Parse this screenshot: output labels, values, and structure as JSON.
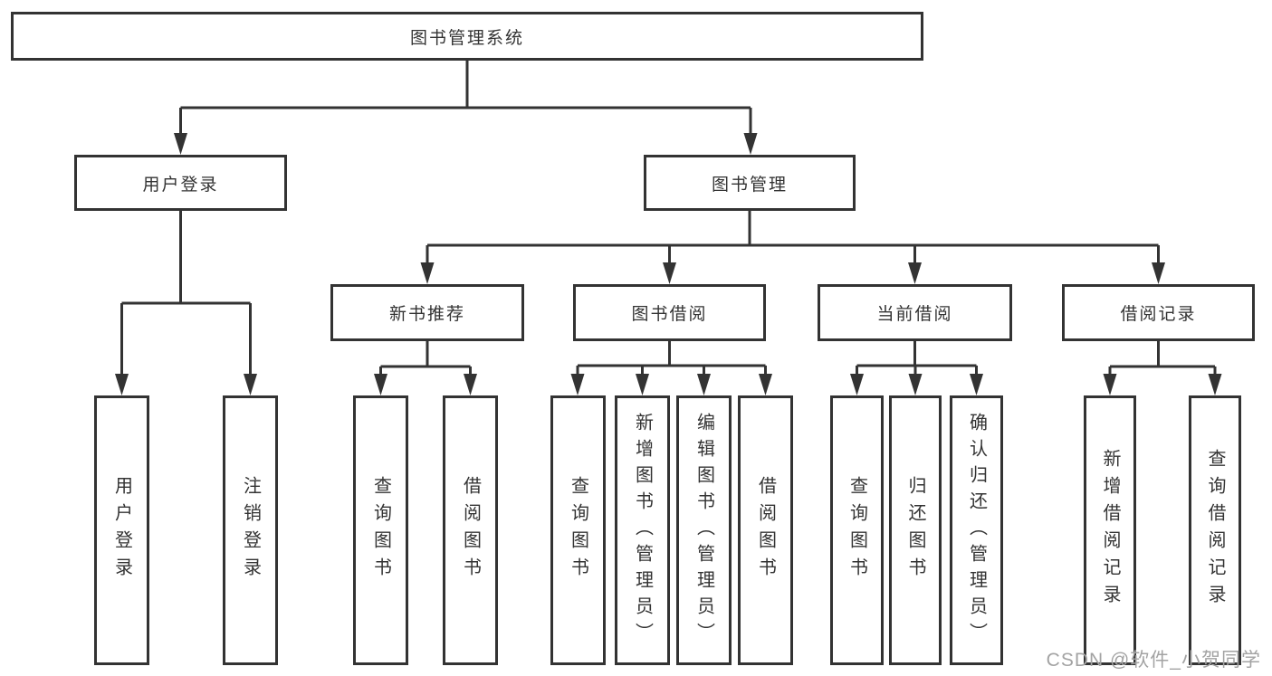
{
  "diagram": {
    "root": {
      "label": "图书管理系统"
    },
    "branches": [
      {
        "label": "用户登录",
        "children": [
          {
            "label": "用户登录"
          },
          {
            "label": "注销登录"
          }
        ]
      },
      {
        "label": "图书管理",
        "sections": [
          {
            "label": "新书推荐",
            "children": [
              {
                "label": "查询图书"
              },
              {
                "label": "借阅图书"
              }
            ]
          },
          {
            "label": "图书借阅",
            "children": [
              {
                "label": "查询图书"
              },
              {
                "label": "新增图书（管理员）"
              },
              {
                "label": "编辑图书（管理员）"
              },
              {
                "label": "借阅图书"
              }
            ]
          },
          {
            "label": "当前借阅",
            "children": [
              {
                "label": "查询图书"
              },
              {
                "label": "归还图书"
              },
              {
                "label": "确认归还（管理员）"
              }
            ]
          },
          {
            "label": "借阅记录",
            "children": [
              {
                "label": "新增借阅记录"
              },
              {
                "label": "查询借阅记录"
              }
            ]
          }
        ]
      }
    ]
  },
  "watermark": {
    "text": "CSDN @软件_小贺同学"
  },
  "colors": {
    "line": "#333333",
    "box_border": "#333333",
    "text": "#333333",
    "background": "#ffffff",
    "watermark": "#a3a3a3"
  }
}
